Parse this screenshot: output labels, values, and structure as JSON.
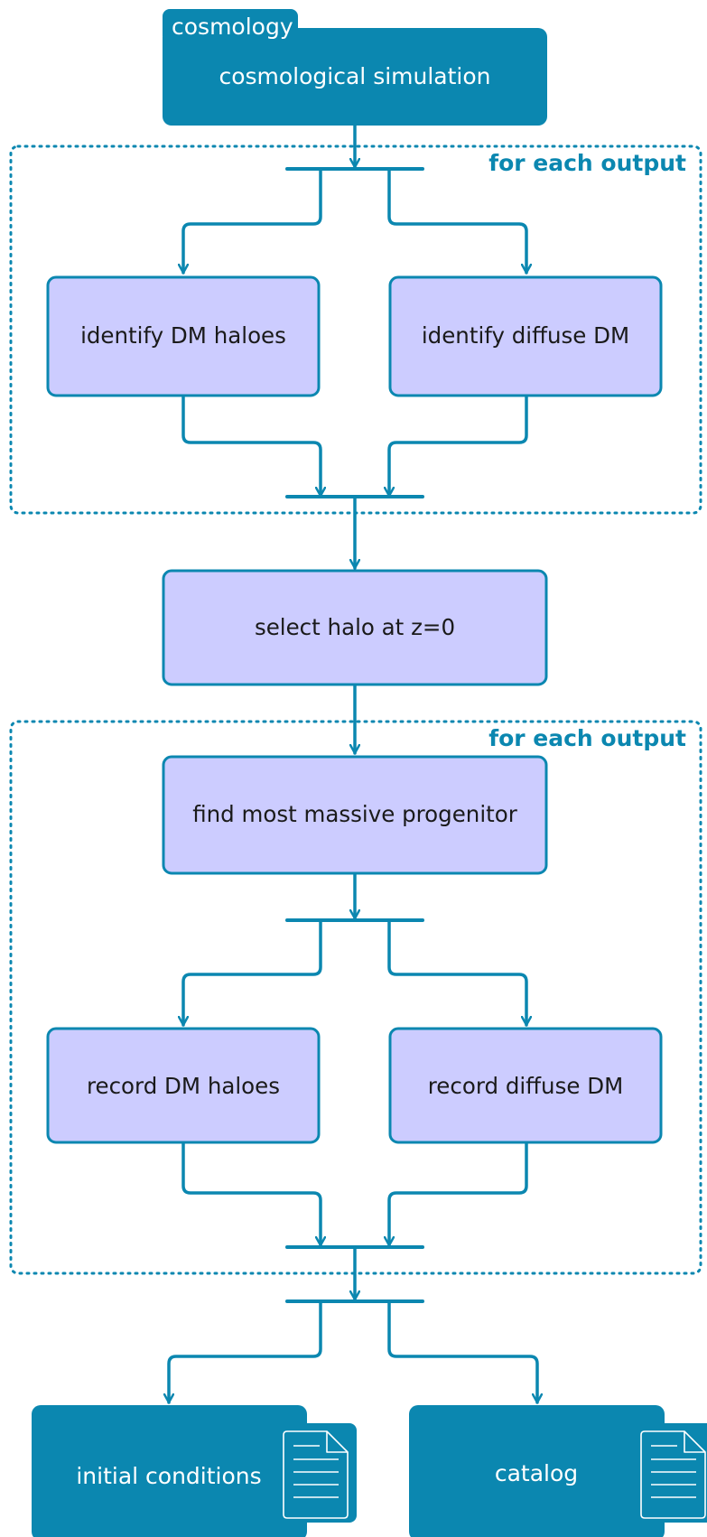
{
  "colors": {
    "accent": "#0b87b0",
    "process_fill": "#ccccff",
    "background": "#ffffff"
  },
  "header": {
    "tab_label": "cosmology",
    "title": "cosmological simulation"
  },
  "groups": [
    {
      "label": "for each output"
    },
    {
      "label": "for each output"
    }
  ],
  "nodes": {
    "identify_halos": "identify DM haloes",
    "identify_diffuse": "identify diffuse DM",
    "select_halo": "select halo at z=0",
    "find_progenitor": "find most massive progenitor",
    "record_halos": "record DM haloes",
    "record_diffuse": "record diffuse DM"
  },
  "outputs": {
    "initial_conditions": "initial conditions",
    "catalog": "catalog"
  },
  "icons": [
    "document-icon",
    "document-icon"
  ]
}
